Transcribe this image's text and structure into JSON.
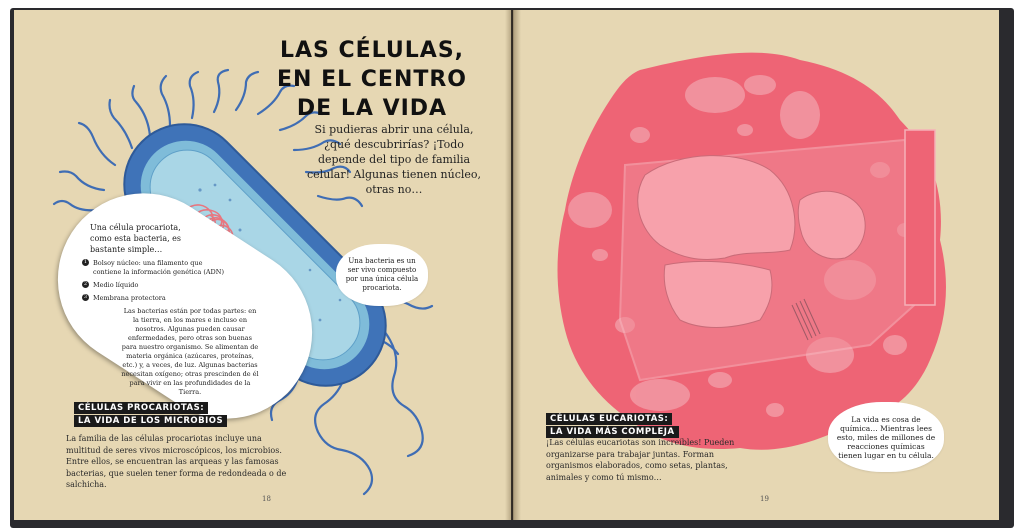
{
  "left_page": {
    "title_lines": [
      "LAS CÉLULAS,",
      "EN EL CENTRO",
      "DE LA VIDA"
    ],
    "intro": "Si pudieras abrir una célula, ¿qué descubrirías? ¡Todo depende del tipo de familia celular! Algunas tienen núcleo, otras no…",
    "bubble": "Una bacteria es un ser vivo compuesto por una única célula procariota.",
    "card": {
      "intro": "Una célula procariota, como esta bacteria, es bastante simple…",
      "legend": [
        {
          "num": "1",
          "text": "Bolsoy núcleo: una filamento que contiene la información genética (ADN)"
        },
        {
          "num": "2",
          "text": "Medio líquido"
        },
        {
          "num": "3",
          "text": "Membrana protectora"
        }
      ],
      "paragraph": "Las bacterias están por todas partes: en la tierra, en los mares e incluso en nosotros. Algunas pueden causar enfermedades, pero otras son buenas para nuestro organismo. Se alimentan de materia orgánica (azúcares, proteínas, etc.) y, a veces, de luz. Algunas bacterias necesitan oxígeno; otras prescinden de él para vivir en las profundidades de la Tierra."
    },
    "heading_lines": [
      "CÉLULAS PROCARIOTAS:",
      "LA VIDA DE LOS MICROBIOS"
    ],
    "body": "La familia de las células procariotas incluye una multitud de seres vivos microscópicos, los microbios. Entre ellos, se encuentran las arqueas y las famosas bacterias, que suelen tener forma de redondeada o de salchicha.",
    "page_number": "18"
  },
  "right_page": {
    "heading_lines": [
      "CÉLULAS EUCARIOTAS:",
      "LA VIDA MÁS COMPLEJA"
    ],
    "body": "¡Las células eucariotas son increíbles! Pueden organizarse para trabajar juntas. Forman organismos elaborados, como setas, plantas, animales y como tú mismo…",
    "bubble": "La vida es cosa de química… Mientras lees esto, miles de millones de reacciones químicas tienen lugar en tu célula.",
    "page_number": "19"
  },
  "colors": {
    "page": "#e6d7b3",
    "bacterium_outer": "#3f73b8",
    "bacterium_inner": "#9ed0e2",
    "dna": "#e8767f",
    "cell_pink": "#ee6475",
    "organelle": "#f7a1ab"
  }
}
